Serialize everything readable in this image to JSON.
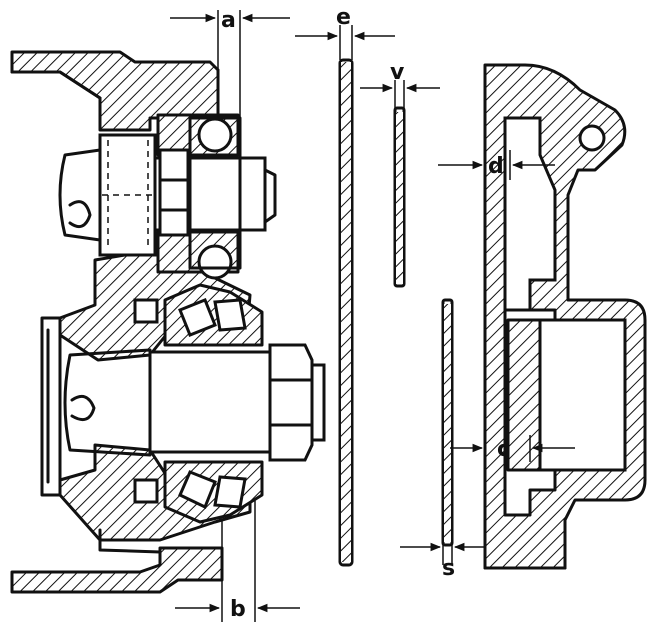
{
  "labels": {
    "a": "a",
    "b": "b",
    "c": "c",
    "d": "d",
    "e": "e",
    "s": "s",
    "v": "v"
  }
}
